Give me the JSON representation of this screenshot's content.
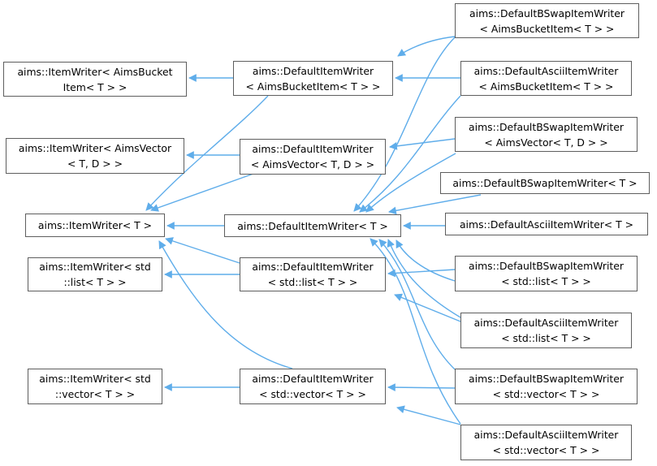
{
  "diagram": {
    "kind": "class-inheritance-graph",
    "colors": {
      "arrow": "#5fadea",
      "box_border": "#5e5e5e",
      "box_fill": "#ffffff",
      "text": "#000000",
      "background": "#ffffff"
    },
    "nodes": [
      {
        "id": "L1",
        "label": [
          "aims::ItemWriter< AimsBucket",
          "Item< T > >"
        ]
      },
      {
        "id": "L2",
        "label": [
          "aims::ItemWriter< AimsVector",
          "< T, D > >"
        ]
      },
      {
        "id": "L3",
        "label": [
          "aims::ItemWriter< T >"
        ]
      },
      {
        "id": "L4",
        "label": [
          "aims::ItemWriter< std",
          "::list< T > >"
        ]
      },
      {
        "id": "L5",
        "label": [
          "aims::ItemWriter< std",
          "::vector< T > >"
        ]
      },
      {
        "id": "M1",
        "label": [
          "aims::DefaultItemWriter",
          "< AimsBucketItem< T > >"
        ]
      },
      {
        "id": "M2",
        "label": [
          "aims::DefaultItemWriter",
          "< AimsVector< T, D > >"
        ]
      },
      {
        "id": "M3",
        "label": [
          "aims::DefaultItemWriter< T >"
        ]
      },
      {
        "id": "M4",
        "label": [
          "aims::DefaultItemWriter",
          "< std::list< T > >"
        ]
      },
      {
        "id": "M5",
        "label": [
          "aims::DefaultItemWriter",
          "< std::vector< T > >"
        ]
      },
      {
        "id": "R1",
        "label": [
          "aims::DefaultBSwapItemWriter",
          "< AimsBucketItem< T > >"
        ]
      },
      {
        "id": "R2",
        "label": [
          "aims::DefaultAsciiItemWriter",
          "< AimsBucketItem< T > >"
        ]
      },
      {
        "id": "R3",
        "label": [
          "aims::DefaultBSwapItemWriter",
          "< AimsVector< T, D > >"
        ]
      },
      {
        "id": "R4",
        "label": [
          "aims::DefaultBSwapItemWriter< T >"
        ]
      },
      {
        "id": "R5",
        "label": [
          "aims::DefaultAsciiItemWriter< T >"
        ]
      },
      {
        "id": "R6",
        "label": [
          "aims::DefaultBSwapItemWriter",
          "< std::list< T > >"
        ]
      },
      {
        "id": "R7",
        "label": [
          "aims::DefaultAsciiItemWriter",
          "< std::list< T > >"
        ]
      },
      {
        "id": "R8",
        "label": [
          "aims::DefaultBSwapItemWriter",
          "< std::vector< T > >"
        ]
      },
      {
        "id": "R9",
        "label": [
          "aims::DefaultAsciiItemWriter",
          "< std::vector< T > >"
        ]
      }
    ],
    "edges": [
      {
        "from": "M1",
        "to": "L1"
      },
      {
        "from": "R2",
        "to": "M1"
      },
      {
        "from": "M2",
        "to": "L2"
      },
      {
        "from": "R3",
        "to": "M2"
      },
      {
        "from": "M3",
        "to": "L3"
      },
      {
        "from": "R5",
        "to": "M3"
      },
      {
        "from": "M4",
        "to": "L4"
      },
      {
        "from": "R6",
        "to": "M4"
      },
      {
        "from": "M5",
        "to": "L5"
      },
      {
        "from": "R8",
        "to": "M5"
      },
      {
        "from": "R1",
        "to": "M1"
      },
      {
        "from": "R4",
        "to": "M3"
      },
      {
        "from": "R7",
        "to": "M4"
      },
      {
        "from": "R9",
        "to": "M5"
      },
      {
        "from": "M1",
        "to": "L3"
      },
      {
        "from": "M2",
        "to": "L3"
      },
      {
        "from": "M4",
        "to": "L3"
      },
      {
        "from": "M5",
        "to": "L3"
      },
      {
        "from": "R1",
        "to": "M3"
      },
      {
        "from": "R2",
        "to": "M3"
      },
      {
        "from": "R3",
        "to": "M3"
      },
      {
        "from": "R6",
        "to": "M3"
      },
      {
        "from": "R7",
        "to": "M3"
      },
      {
        "from": "R8",
        "to": "M3"
      },
      {
        "from": "R9",
        "to": "M3"
      }
    ]
  }
}
